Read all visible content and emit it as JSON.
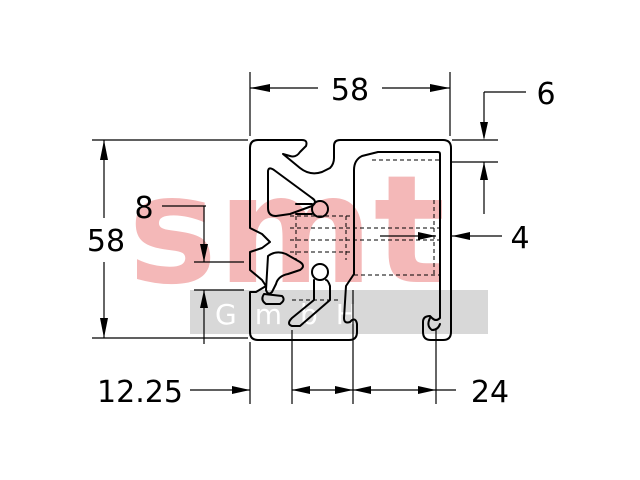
{
  "watermark": {
    "brand": "smt",
    "sub": "GmbH",
    "color": "#f4b8b8",
    "band_color": "#d8d8d8"
  },
  "dimensions": {
    "top_width": "58",
    "left_height": "58",
    "slot_width": "8",
    "wall_top": "6",
    "wall_right": "4",
    "left_offset": "12.25",
    "bottom_pitch": "24"
  },
  "colors": {
    "line": "#000000",
    "background": "#ffffff"
  }
}
